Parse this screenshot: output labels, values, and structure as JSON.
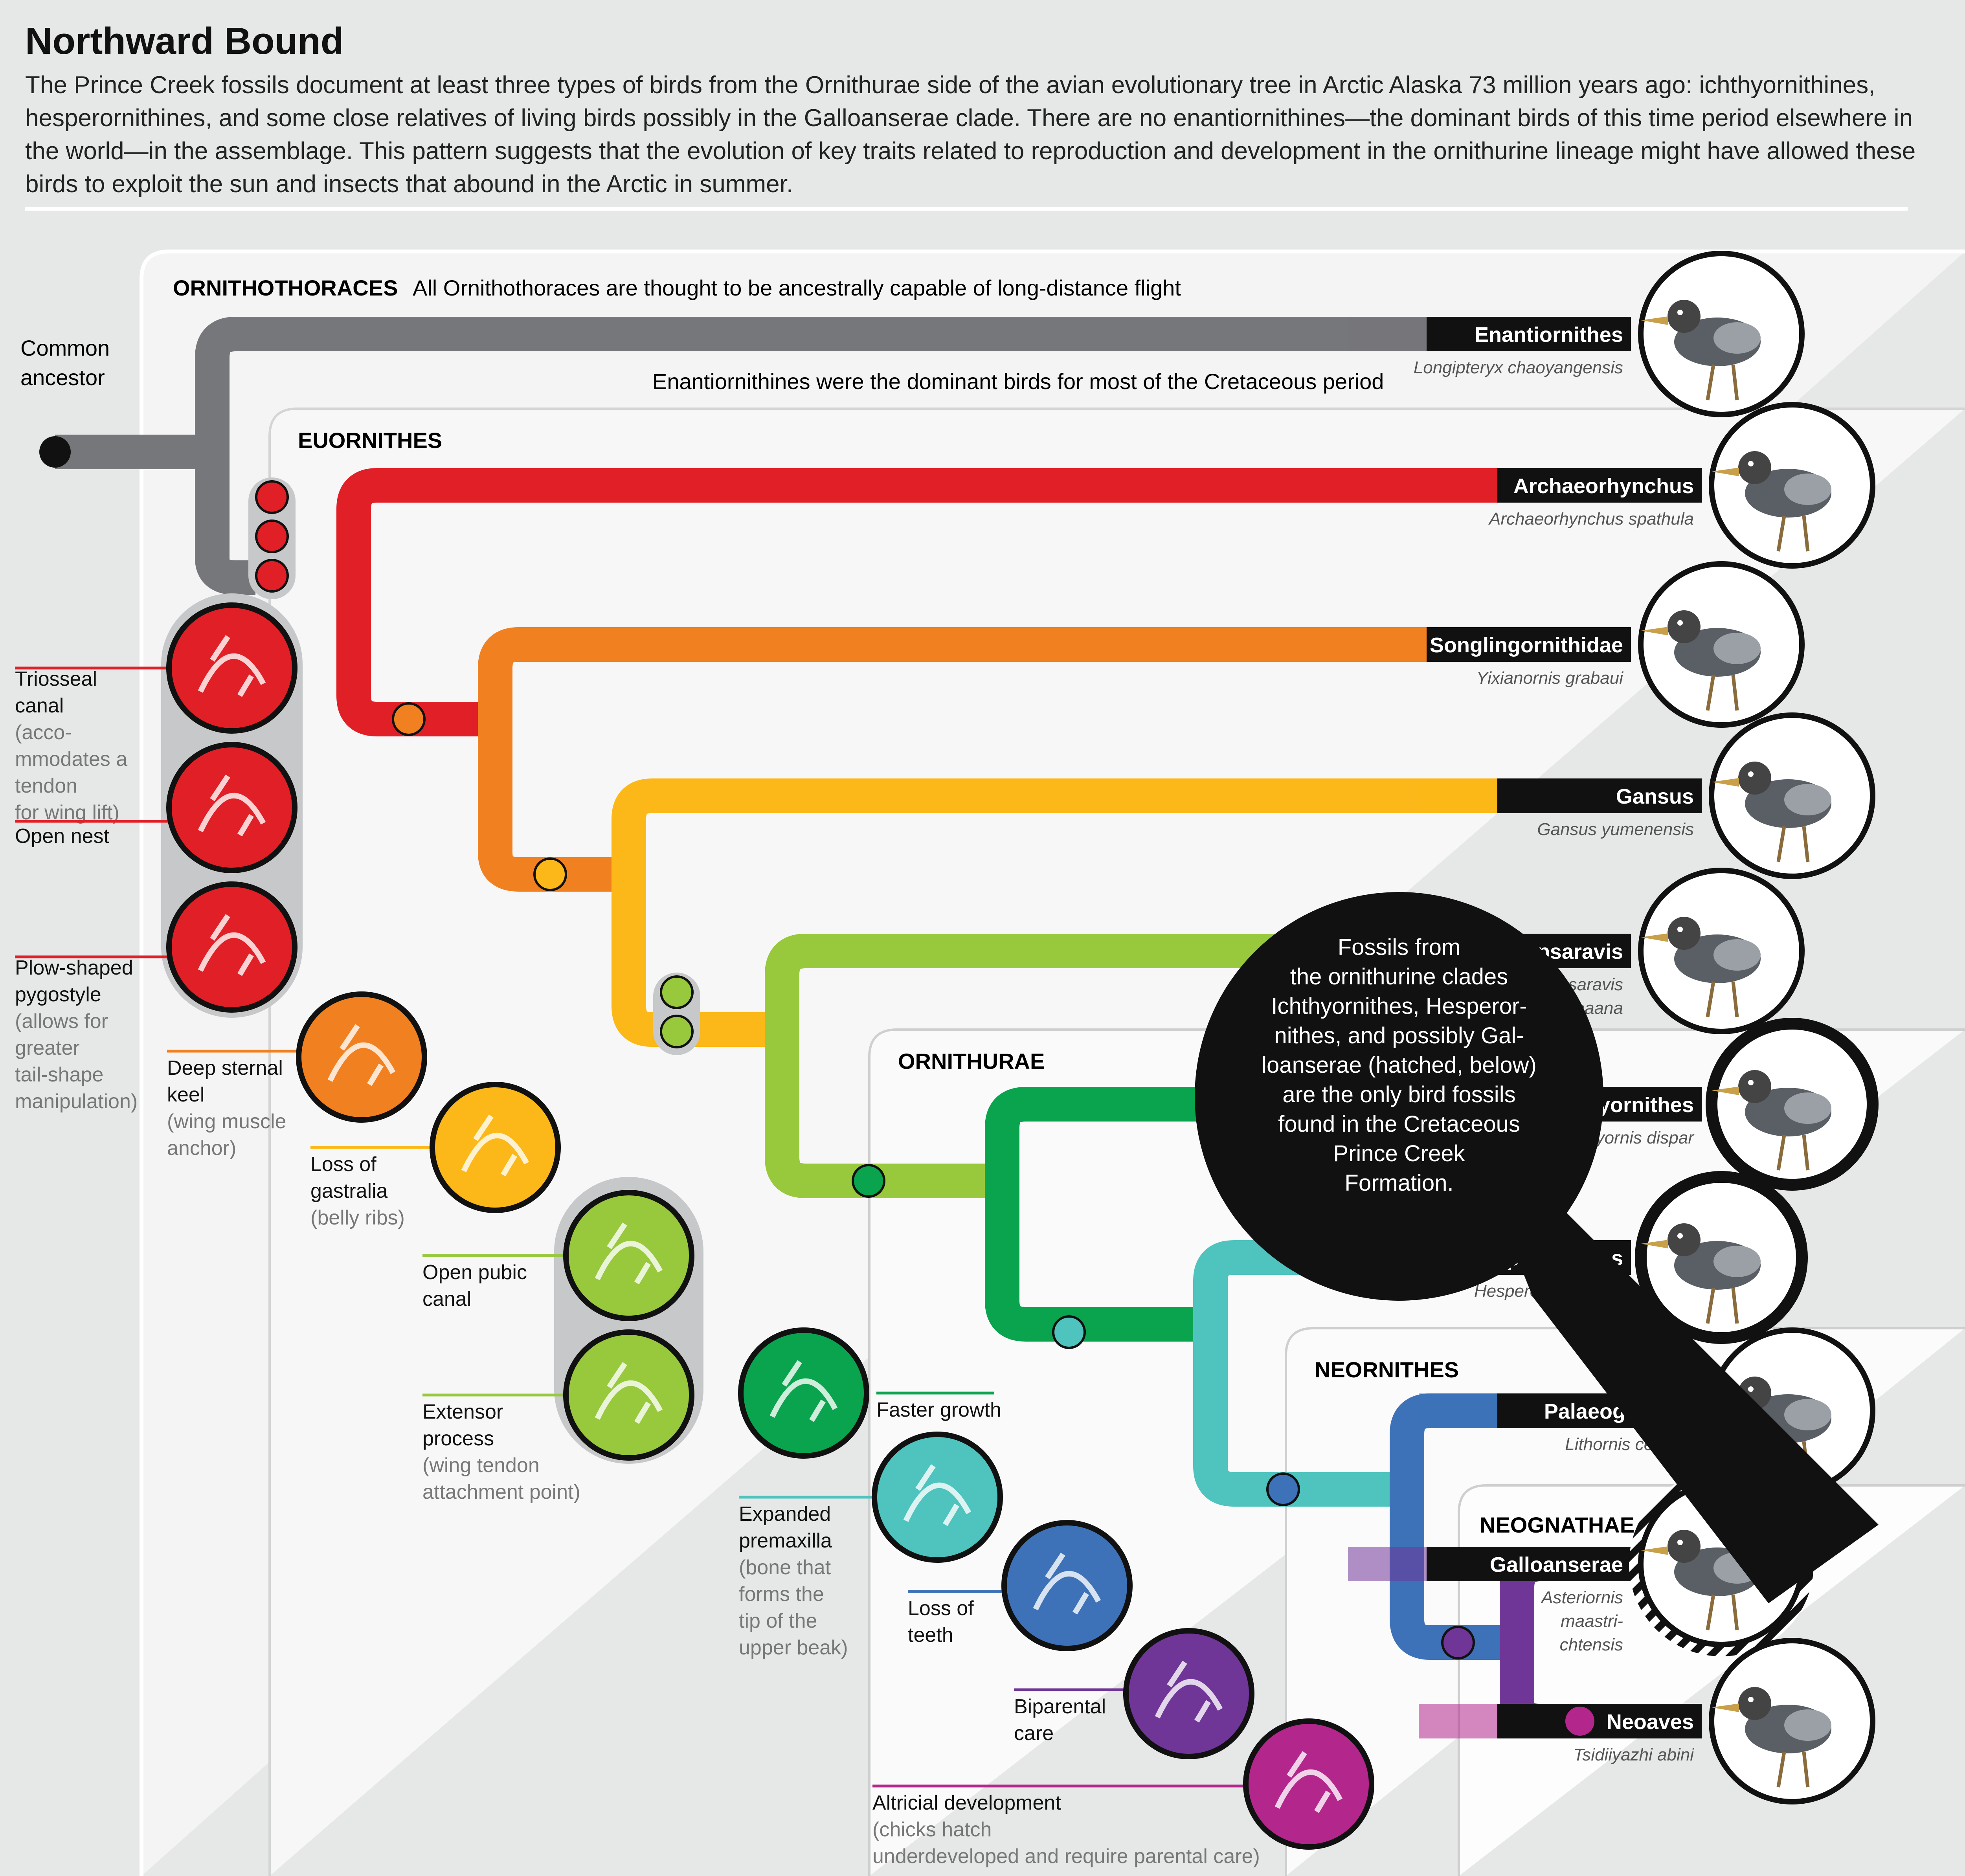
{
  "header": {
    "title": "Northward Bound",
    "intro": "The Prince Creek fossils document at least three types of birds from the Ornithurae side of the avian evolutionary tree in Arctic Alaska 73 million years ago: ichthyornithines, hesperornithines, and some close relatives of living birds possibly in the Galloanserae clade. There are no enantiornithines—the dominant birds of this time period elsewhere in the world—in the assemblage. This pattern suggests that the evolution of key traits related to reproduction and development in the ornithurine lineage might have allowed these birds to exploit the sun and insects that abound in the Arctic in summer."
  },
  "root": {
    "label_line1": "Common",
    "label_line2": "ancestor"
  },
  "clades": {
    "ornithothoraces": {
      "name": "ORNITHOTHORACES",
      "note": "All Ornithothoraces are thought to be ancestrally capable of long-distance flight"
    },
    "euornithes": {
      "name": "EUORNITHES"
    },
    "ornithurae": {
      "name": "ORNITHURAE"
    },
    "neornithes": {
      "name": "NEORNITHES"
    },
    "neognathae": {
      "name": "NEOGNATHAE"
    }
  },
  "enantiornithes_note": "Enantiornithines were the dominant birds for most of the Cretaceous period",
  "lineage_colors": {
    "enantiornithes": "#76777a",
    "archaeorhynchus": "#e11f26",
    "songlingornithidae": "#f18020",
    "gansus": "#fbb818",
    "apsaravis": "#98c83c",
    "ichthyornithes": "#0aa34e",
    "hesperornithes": "#4fc3bd",
    "palaeognathae": "#3d72b8",
    "galloanserae": "#6f3597",
    "neoaves": "#b3268c"
  },
  "taxa": [
    {
      "group": "Enantiornithes",
      "species_line1": "Longipteryx chaoyangensis",
      "species_line2": "",
      "icon": "kingfisher-like-bird-icon"
    },
    {
      "group": "Archaeorhynchus",
      "species_line1": "Archaeorhynchus spathula",
      "species_line2": "",
      "icon": "long-legged-bird-icon"
    },
    {
      "group": "Songlingornithidae",
      "species_line1": "Yixianornis grabaui",
      "species_line2": "",
      "icon": "perching-bird-icon"
    },
    {
      "group": "Gansus",
      "species_line1": "Gansus yumenensis",
      "species_line2": "",
      "icon": "diving-bird-icon"
    },
    {
      "group": "Apsaravis",
      "species_line1": "Apsaravis",
      "species_line2": "ukhaana",
      "icon": "woodpecker-like-bird-icon"
    },
    {
      "group": "Ichthyornithes",
      "species_line1": "Ichthyornis dispar",
      "species_line2": "",
      "icon": "seabird-icon"
    },
    {
      "group": "Hesperornithes",
      "species_line1": "Hesperornis regalis",
      "species_line2": "",
      "icon": "swimming-bird-icon"
    },
    {
      "group": "Palaeognathae",
      "species_line1": "Lithornis celetius",
      "species_line2": "",
      "icon": "ground-bird-icon"
    },
    {
      "group": "Galloanserae",
      "species_line1": "Asteriornis",
      "species_line2": "maastri-",
      "species_line3": "chtensis",
      "icon": "fowl-bird-icon"
    },
    {
      "group": "Neoaves",
      "species_line1": "Tsidiiyazhi abini",
      "species_line2": "",
      "icon": "mousebird-icon"
    }
  ],
  "fossil_callout": [
    "Fossils from",
    "the ornithurine clades",
    "Ichthyornithes, Hesperor-",
    "nithes, and possibly Gal-",
    "loanserae (hatched, below)",
    "are the only bird fossils",
    "found in the Cretaceous",
    "Prince Creek",
    "Formation."
  ],
  "traits": [
    {
      "id": "triosseal",
      "lines": [
        "Triosseal",
        "canal"
      ],
      "sublines": [
        "(acco-",
        "mmodates a",
        "tendon",
        "for wing lift)"
      ],
      "icon": "triosseal-canal-icon"
    },
    {
      "id": "open-nest",
      "lines": [
        "Open nest"
      ],
      "sublines": [],
      "icon": "nest-eggs-icon"
    },
    {
      "id": "pygostyle",
      "lines": [
        "Plow-shaped",
        "pygostyle"
      ],
      "sublines": [
        "(allows for",
        "greater",
        "tail-shape",
        "manipulation)"
      ],
      "icon": "pygostyle-icon"
    },
    {
      "id": "keel",
      "lines": [
        "Deep sternal",
        "keel"
      ],
      "sublines": [
        "(wing muscle",
        "anchor)"
      ],
      "icon": "sternal-keel-icon"
    },
    {
      "id": "gastralia",
      "lines": [
        "Loss of",
        "gastralia"
      ],
      "sublines": [
        "(belly ribs)"
      ],
      "icon": "gastralia-icon"
    },
    {
      "id": "pubic",
      "lines": [
        "Open pubic",
        "canal"
      ],
      "sublines": [],
      "icon": "pelvis-icon"
    },
    {
      "id": "extensor",
      "lines": [
        "Extensor",
        "process"
      ],
      "sublines": [
        "(wing tendon",
        "attachment point)"
      ],
      "icon": "wing-bone-icon"
    },
    {
      "id": "growth",
      "lines": [
        "Faster growth"
      ],
      "sublines": [],
      "icon": "growing-chick-icon"
    },
    {
      "id": "premaxilla",
      "lines": [
        "Expanded",
        "premaxilla"
      ],
      "sublines": [
        "(bone that",
        "forms the",
        "tip of the",
        "upper beak)"
      ],
      "icon": "skull-beak-icon"
    },
    {
      "id": "teeth",
      "lines": [
        "Loss of",
        "teeth"
      ],
      "sublines": [],
      "icon": "toothless-beak-icon"
    },
    {
      "id": "biparental",
      "lines": [
        "Biparental",
        "care"
      ],
      "sublines": [],
      "icon": "two-parents-nest-icon"
    },
    {
      "id": "altricial",
      "lines": [
        "Altricial development"
      ],
      "sublines": [
        "(chicks hatch",
        "underdeveloped and require parental care)"
      ],
      "icon": "hatchling-icon"
    }
  ]
}
